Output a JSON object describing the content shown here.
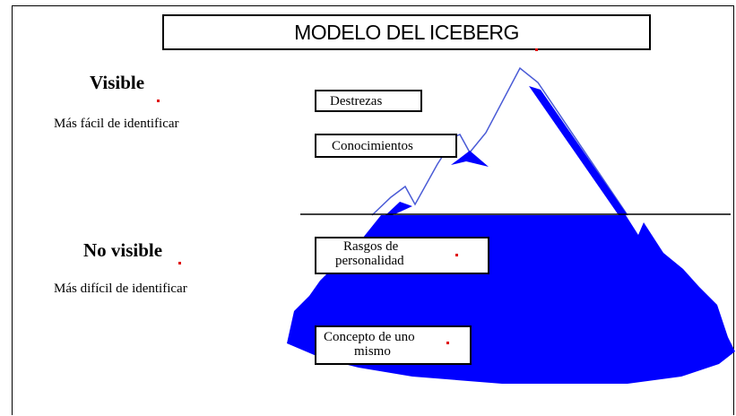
{
  "title": "MODELO DEL ICEBERG",
  "visible": {
    "heading": "Visible",
    "subtitle": "Más fácil de identificar"
  },
  "hidden": {
    "heading": "No visible",
    "subtitle": "Más difícil de identificar"
  },
  "labels": {
    "skills": "Destrezas",
    "knowledge": "Conocimientos",
    "traits_line1": "Rasgos de",
    "traits_line2": "personalidad",
    "self_concept_line1": "Concepto de uno",
    "self_concept_line2": "mismo"
  },
  "colors": {
    "iceberg_fill": "#0000ff",
    "iceberg_outline": "#4a5bd6",
    "waterline": "#000000",
    "marker": "#e00000"
  }
}
